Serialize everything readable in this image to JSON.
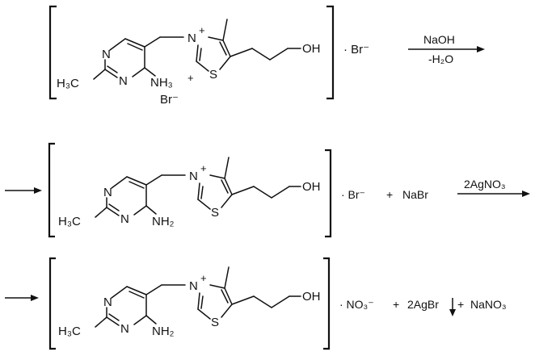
{
  "atoms": {
    "ch3": "H₃C",
    "n": "N",
    "n_plus": "N",
    "plus": "+",
    "s": "S",
    "oh": "OH",
    "nh3": "NH₃",
    "nh3_charge": "+",
    "nh2": "NH₂",
    "methyl_line": "CH₃"
  },
  "step1": {
    "inner_counterion": "Br⁻",
    "outer_counterion": "· Br⁻",
    "reagent_top": "NaOH",
    "reagent_bottom": "-H₂O"
  },
  "step2": {
    "outer_counterion": "· Br⁻",
    "plus_sign": "+",
    "byproduct": "NaBr",
    "reagent_top": "2AgNO₃"
  },
  "step3": {
    "outer_counterion": "· NO₃⁻",
    "plus_sign_1": "+",
    "precipitate": "2AgBr",
    "plus_sign_2": "+",
    "byproduct": "NaNO₃"
  }
}
